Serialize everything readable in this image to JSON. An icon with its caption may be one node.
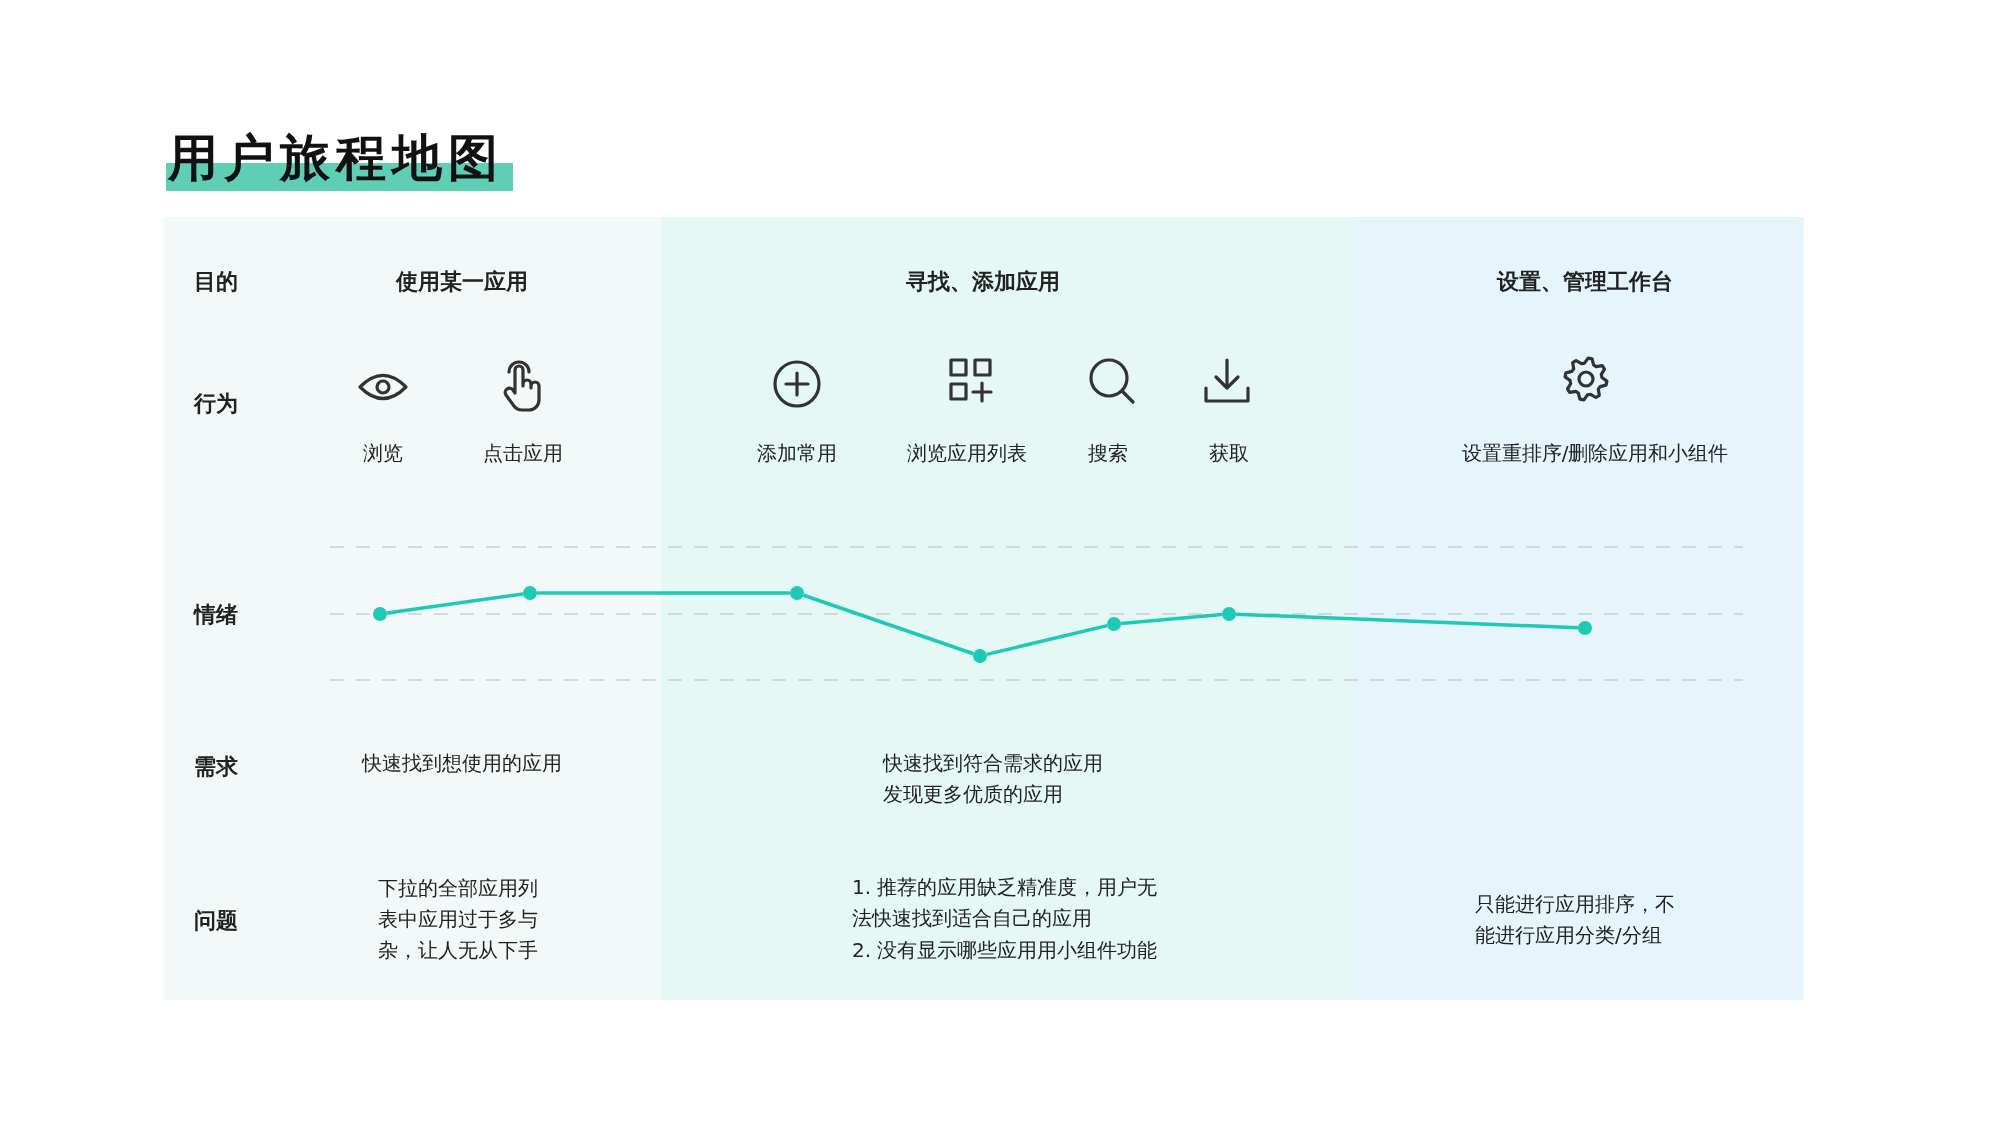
{
  "diagram": {
    "title": "用户旅程地图",
    "nodes": [
      {
        "text": [],
        "shape": "circle"
      },
      {
        "text": [],
        "shape": "circle"
      },
      {
        "text": [],
        "shape": "circle"
      },
      {
        "text": [],
        "shape": "circle"
      },
      {
        "text": [],
        "shape": "circle"
      },
      {
        "text": [],
        "shape": "circle"
      },
      {
        "text": [],
        "shape": "circle"
      }
    ],
    "edges": [
      {
        "from": 0,
        "to": 1,
        "arrow": "none"
      },
      {
        "from": 1,
        "to": 2,
        "arrow": "none"
      },
      {
        "from": 2,
        "to": 3,
        "arrow": "none"
      },
      {
        "from": 3,
        "to": 4,
        "arrow": "none"
      },
      {
        "from": 4,
        "to": 5,
        "arrow": "none"
      },
      {
        "from": 5,
        "to": 6,
        "arrow": "none"
      }
    ],
    "labels": [
      "目的",
      "使用某一应用",
      "寻找、添加应用",
      "设置、管理工作台",
      "行为",
      "浏览",
      "点击应用",
      "添加常用",
      "浏览应用列表",
      "搜索",
      "获取",
      "设置重排序/删除应用和小组件",
      "情绪",
      "需求",
      "快速找到想使用的应用",
      "快速找到符合需求的应用",
      "发现更多优质的应用",
      "问题",
      "下拉的全部应用列表中应用过于多与杂，让人无从下手",
      "1. 推荐的应用缺乏精准度，用户无法快速找到适合自己的应用",
      "2. 没有显示哪些应用用小组件功能",
      "只能进行应用排序，不能进行应用分类/分组"
    ]
  }
}
